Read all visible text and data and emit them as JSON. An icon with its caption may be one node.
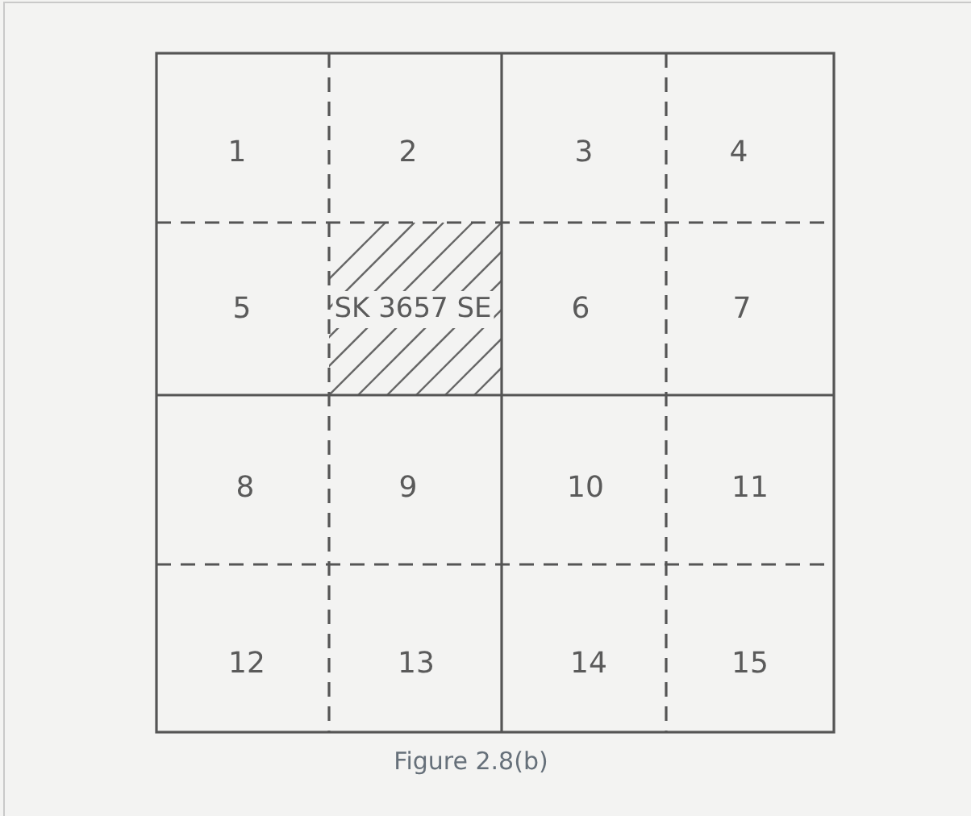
{
  "diagram": {
    "caption": "Figure 2.8(b)",
    "labels": [
      "1",
      "2",
      "3",
      "4",
      "5",
      "SK 3657 SE",
      "6",
      "7",
      "8",
      "9",
      "10",
      "11",
      "12",
      "13",
      "14",
      "15"
    ]
  }
}
